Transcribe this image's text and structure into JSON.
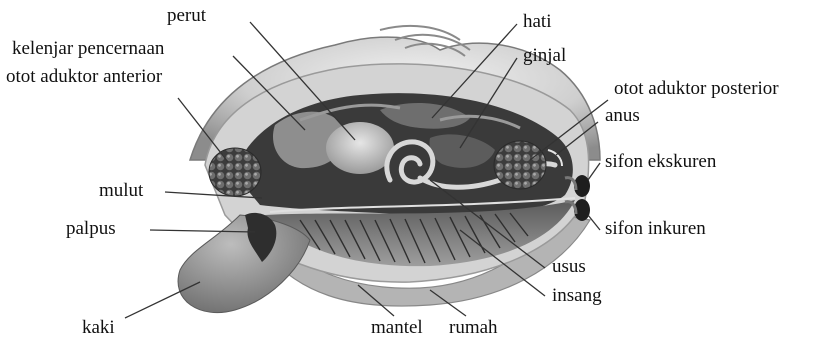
{
  "labels": {
    "perut": "perut",
    "kelenjar_pencernaan": "kelenjar pencernaan",
    "otot_aduktor_anterior": "otot aduktor anterior",
    "mulut": "mulut",
    "palpus": "palpus",
    "kaki": "kaki",
    "hati": "hati",
    "ginjal": "ginjal",
    "otot_aduktor_posterior": "otot aduktor posterior",
    "anus": "anus",
    "sifon_ekskuren": "sifon ekskuren",
    "sifon_inkuren": "sifon inkuren",
    "usus": "usus",
    "insang": "insang",
    "mantel": "mantel",
    "rumah": "rumah"
  },
  "colors": {
    "shell_outer": "#9a9a9a",
    "shell_light": "#e2e2e2",
    "body_dark": "#3a3a3a",
    "muscle": "#555555",
    "leader_line": "#333333"
  }
}
